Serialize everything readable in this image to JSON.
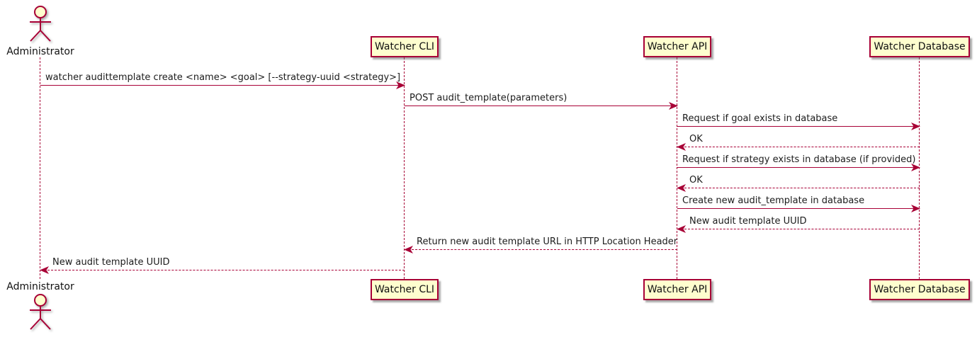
{
  "diagram": {
    "type": "uml-sequence-diagram",
    "colors": {
      "accent": "#A80036",
      "participant_fill": "#FEFECE",
      "background": "#ffffff",
      "text": "#1c1c1c"
    },
    "actor": {
      "top_label": "Administrator",
      "bottom_label": "Administrator"
    },
    "participants": [
      {
        "label": "Watcher CLI"
      },
      {
        "label": "Watcher API"
      },
      {
        "label": "Watcher Database"
      }
    ],
    "participants_bottom": [
      {
        "label": "Watcher CLI"
      },
      {
        "label": "Watcher API"
      },
      {
        "label": "Watcher Database"
      }
    ],
    "messages": [
      {
        "from": "Administrator",
        "to": "Watcher CLI",
        "style": "solid",
        "text": "watcher audittemplate create <name> <goal> [--strategy-uuid <strategy>]"
      },
      {
        "from": "Watcher CLI",
        "to": "Watcher API",
        "style": "solid",
        "text": "POST audit_template(parameters)"
      },
      {
        "from": "Watcher API",
        "to": "Watcher Database",
        "style": "solid",
        "text": "Request if goal exists in database"
      },
      {
        "from": "Watcher Database",
        "to": "Watcher API",
        "style": "dashed",
        "text": "OK"
      },
      {
        "from": "Watcher API",
        "to": "Watcher Database",
        "style": "solid",
        "text": "Request if strategy exists in database (if provided)"
      },
      {
        "from": "Watcher Database",
        "to": "Watcher API",
        "style": "dashed",
        "text": "OK"
      },
      {
        "from": "Watcher API",
        "to": "Watcher Database",
        "style": "solid",
        "text": "Create new audit_template in database"
      },
      {
        "from": "Watcher Database",
        "to": "Watcher API",
        "style": "dashed",
        "text": "New audit template UUID"
      },
      {
        "from": "Watcher API",
        "to": "Watcher CLI",
        "style": "dashed",
        "text": "Return new audit template URL in HTTP Location Header"
      },
      {
        "from": "Watcher CLI",
        "to": "Administrator",
        "style": "dashed",
        "text": "New audit template UUID"
      }
    ]
  }
}
